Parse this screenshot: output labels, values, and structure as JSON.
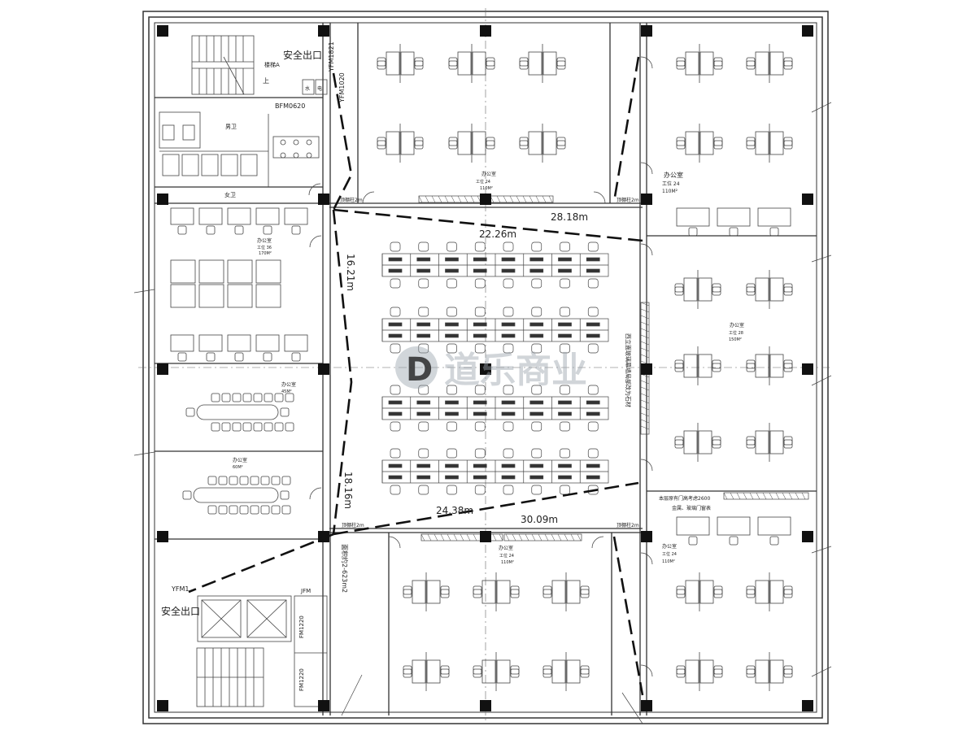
{
  "labels": {
    "exit_top": "安全出口",
    "exit_bottom": "安全出口",
    "stair_a": "楼梯A",
    "up_mark": "上",
    "door_yfm1821_top": "YFM1821",
    "door_yfm1020": "YFM1020",
    "door_bfm0620": "BFM0620",
    "door_yfm1_bottom": "YFM1",
    "door_fm1220_a": "FM1220",
    "door_fm1220_b": "FM1220",
    "door_jfm": "JFM",
    "mens_room": "男卫",
    "womens_room": "女卫",
    "shaft_left": "水",
    "shaft_right": "电",
    "col_2m_tl": "顶棚柱2m",
    "col_2m_tr": "顶棚柱2m",
    "col_2m_bl": "顶棚柱2m",
    "col_2m_br": "顶棚柱2m",
    "office_n": "办公室",
    "office_n_seats": "工位 24",
    "office_n_area": "110M²",
    "office_ne": "办公室",
    "office_ne_seats": "工位 24",
    "office_ne_area": "110M²",
    "office_w": "办公室",
    "office_w_seats": "工位 36",
    "office_w_area": "170M²",
    "office_e": "办公室",
    "office_e_seats": "工位 28",
    "office_e_area": "150M²",
    "meeting_1": "办公室",
    "meeting_1_area": "45M²",
    "meeting_2": "办公室",
    "meeting_2_area": "60M²",
    "office_s": "办公室",
    "office_s_seats": "工位 24",
    "office_s_area": "110M²",
    "office_se": "办公室",
    "office_se_seats": "工位 24",
    "office_se_area": "110M²",
    "se_note_1": "本层原有门高考虑2600",
    "se_note_2": "金属、玻璃门窗表",
    "center_vertical_note": "西立面玻璃幕墙局部改为石材",
    "area_note": "面积约2-623m2"
  },
  "dimensions": {
    "d1": "22.26m",
    "d2": "28.18m",
    "d3": "16.21m",
    "d4": "18.16m",
    "d5": "24.38m",
    "d6": "30.09m"
  },
  "watermark": {
    "text": "道乐商业",
    "monogram": "D"
  },
  "colors": {
    "line": "#333333",
    "column": "#111111",
    "watermark": "#9aa4ad",
    "background": "#ffffff"
  }
}
